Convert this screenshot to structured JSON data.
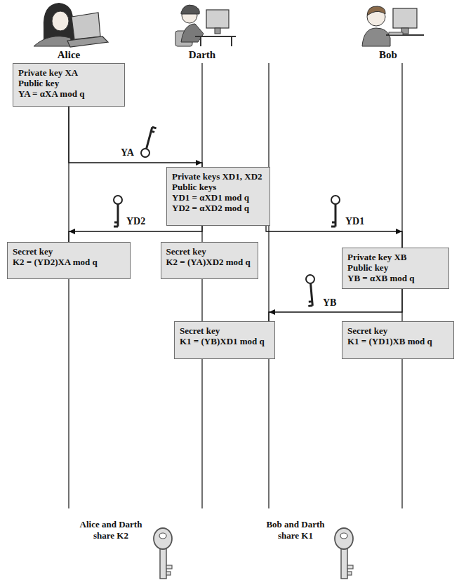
{
  "diagram": {
    "nodes": [
      {
        "text": [
          "Private key XA",
          "Public key",
          "YA = αXA mod q"
        ]
      },
      {
        "text": [
          "Private keys XD1, XD2",
          "Public keys",
          "YD1 = αXD1 mod q",
          "YD2 = αXD2 mod q"
        ]
      },
      {
        "text": [
          "Secret key",
          "K2 = (YD2)XA mod q"
        ]
      },
      {
        "text": [
          "Secret key",
          "K2 = (YA)XD2 mod q"
        ]
      },
      {
        "text": [
          "Private key XB",
          "Public key",
          "YB = αXB mod q"
        ]
      },
      {
        "text": [
          "Secret key",
          "K1 = (YB)XD1 mod q"
        ]
      },
      {
        "text": [
          "Secret key",
          "K1 = (YD1)XB mod q"
        ]
      }
    ],
    "edges": [
      {
        "from": 0,
        "to": 1,
        "arrow": "to",
        "label": "YA"
      },
      {
        "from": 1,
        "to": 2,
        "arrow": "to",
        "label": "YD2"
      },
      {
        "from": 1,
        "to": 4,
        "arrow": "to",
        "label": "YD1"
      },
      {
        "from": 4,
        "to": 5,
        "arrow": "to",
        "label": "YB"
      }
    ],
    "labels": [
      "Alice",
      "Darth",
      "Bob",
      "Alice and Darth share K2",
      "Bob and Darth share K1"
    ]
  }
}
